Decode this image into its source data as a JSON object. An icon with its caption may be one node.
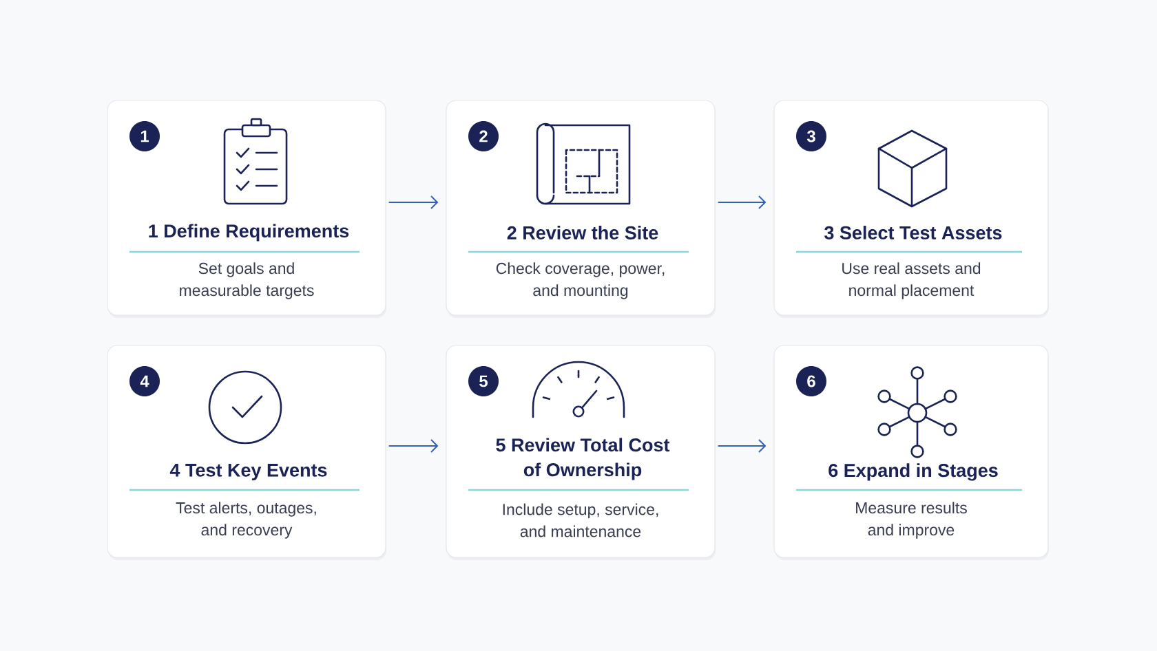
{
  "diagram": {
    "nodes": [
      {
        "text": [
          "1 Define Requirements",
          "Set goals and measurable targets"
        ]
      },
      {
        "text": [
          "1"
        ],
        "in": 0
      },
      {
        "text": [
          "2 Review the Site",
          "Check coverage, power, and mounting"
        ]
      },
      {
        "text": [
          "2"
        ],
        "in": 2
      },
      {
        "text": [
          "3 Select Test Assets",
          "Use real assets and normal placement"
        ]
      },
      {
        "text": [
          "3"
        ],
        "in": 4
      },
      {
        "text": [
          "4 Test Key Events",
          "Test alerts, outages, and recovery"
        ]
      },
      {
        "text": [
          "4"
        ],
        "in": 6
      },
      {
        "text": [
          "5 Review Total Cost of Ownership",
          "Include setup, service, and maintenance"
        ]
      },
      {
        "text": [
          "5"
        ],
        "in": 8
      },
      {
        "text": [
          "6 Expand in Stages",
          "Measure results and improve"
        ]
      },
      {
        "text": [
          "6"
        ],
        "in": 10
      }
    ],
    "edges": [
      {
        "from": 0,
        "to": 2,
        "arrow": "to"
      },
      {
        "from": 2,
        "to": 4,
        "arrow": "to"
      },
      {
        "from": 6,
        "to": 8,
        "arrow": "to"
      },
      {
        "from": 8,
        "to": 10,
        "arrow": "to"
      }
    ]
  }
}
